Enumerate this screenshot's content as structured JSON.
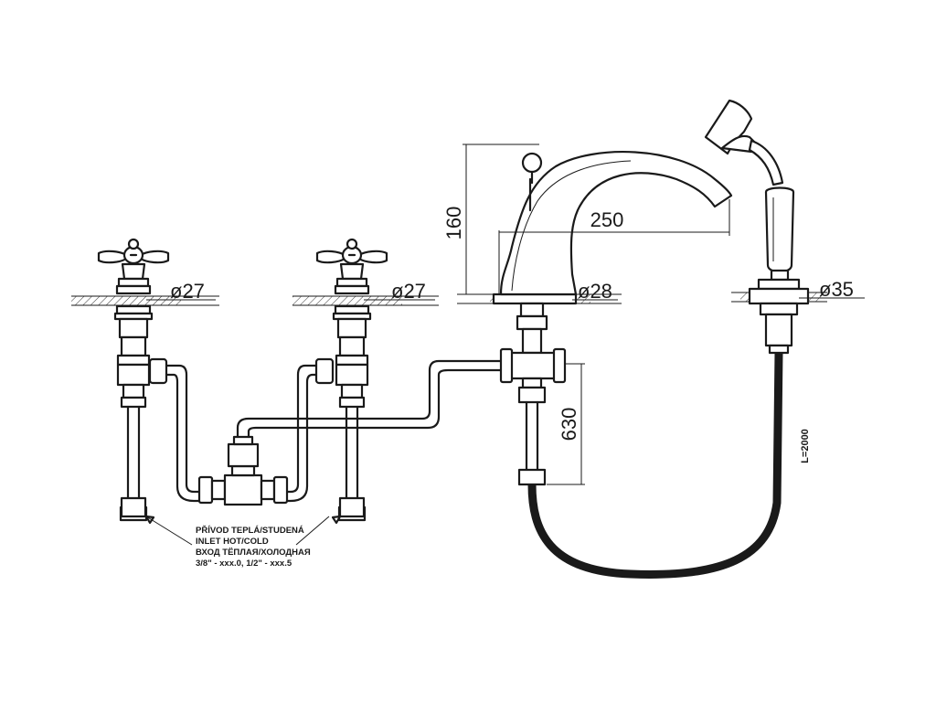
{
  "dimensions": {
    "valve_left_diameter": "ø27",
    "valve_right_diameter": "ø27",
    "spout_diameter": "ø28",
    "shower_diameter": "ø35",
    "spout_height": "160",
    "spout_reach": "250",
    "hose_drop": "630",
    "hose_length": "L=2000"
  },
  "note": {
    "line1": "PŘÍVOD TEPLÁ/STUDENÁ",
    "line2": "INLET HOT/COLD",
    "line3": "ВХОД ТЁПЛАЯ/ХОЛОДНАЯ",
    "line4": "3/8\" - xxx.0, 1/2\" - xxx.5"
  }
}
